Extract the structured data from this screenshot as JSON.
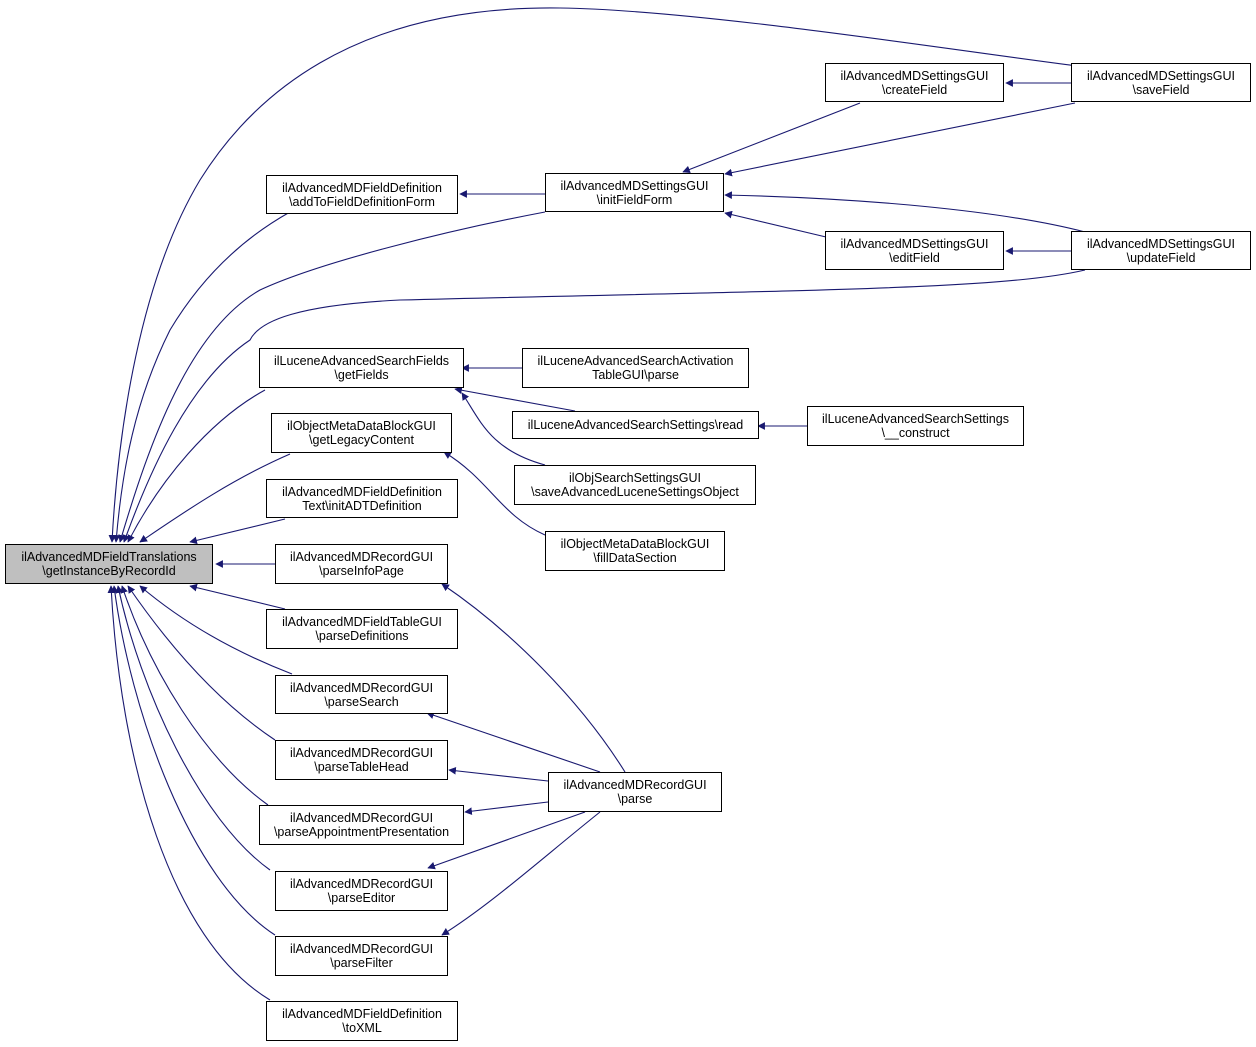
{
  "colors": {
    "edge": "#191970",
    "root_fill": "#bfbfbf",
    "node_fill": "#ffffff",
    "node_border": "#000000"
  },
  "nodes": {
    "root": {
      "line1": "ilAdvancedMDFieldTranslations",
      "line2": "\\getInstanceByRecordId"
    },
    "n_addtofdf": {
      "line1": "ilAdvancedMDFieldDefinition",
      "line2": "\\addToFieldDefinitionForm"
    },
    "n_initfieldform": {
      "line1": "ilAdvancedMDSettingsGUI",
      "line2": "\\initFieldForm"
    },
    "n_createfield": {
      "line1": "ilAdvancedMDSettingsGUI",
      "line2": "\\createField"
    },
    "n_savefield": {
      "line1": "ilAdvancedMDSettingsGUI",
      "line2": "\\saveField"
    },
    "n_editfield": {
      "line1": "ilAdvancedMDSettingsGUI",
      "line2": "\\editField"
    },
    "n_updatefield": {
      "line1": "ilAdvancedMDSettingsGUI",
      "line2": "\\updateField"
    },
    "n_getfields": {
      "line1": "ilLuceneAdvancedSearchFields",
      "line2": "\\getFields"
    },
    "n_activation": {
      "line1": "ilLuceneAdvancedSearchActivation",
      "line2": "TableGUI\\parse"
    },
    "n_read": {
      "line1": "ilLuceneAdvancedSearchSettings\\read",
      "line2": ""
    },
    "n_construct": {
      "line1": "ilLuceneAdvancedSearchSettings",
      "line2": "\\__construct"
    },
    "n_objsearch": {
      "line1": "ilObjSearchSettingsGUI",
      "line2": "\\saveAdvancedLuceneSettingsObject"
    },
    "n_legacy": {
      "line1": "ilObjectMetaDataBlockGUI",
      "line2": "\\getLegacyContent"
    },
    "n_filldata": {
      "line1": "ilObjectMetaDataBlockGUI",
      "line2": "\\fillDataSection"
    },
    "n_initadt": {
      "line1": "ilAdvancedMDFieldDefinition",
      "line2": "Text\\initADTDefinition"
    },
    "n_parseinfo": {
      "line1": "ilAdvancedMDRecordGUI",
      "line2": "\\parseInfoPage"
    },
    "n_parsedefs": {
      "line1": "ilAdvancedMDFieldTableGUI",
      "line2": "\\parseDefinitions"
    },
    "n_parsesearch": {
      "line1": "ilAdvancedMDRecordGUI",
      "line2": "\\parseSearch"
    },
    "n_parsetablehead": {
      "line1": "ilAdvancedMDRecordGUI",
      "line2": "\\parseTableHead"
    },
    "n_parseappt": {
      "line1": "ilAdvancedMDRecordGUI",
      "line2": "\\parseAppointmentPresentation"
    },
    "n_parse": {
      "line1": "ilAdvancedMDRecordGUI",
      "line2": "\\parse"
    },
    "n_parseeditor": {
      "line1": "ilAdvancedMDRecordGUI",
      "line2": "\\parseEditor"
    },
    "n_parsefilter": {
      "line1": "ilAdvancedMDRecordGUI",
      "line2": "\\parseFilter"
    },
    "n_toxml": {
      "line1": "ilAdvancedMDFieldDefinition",
      "line2": "\\toXML"
    }
  }
}
